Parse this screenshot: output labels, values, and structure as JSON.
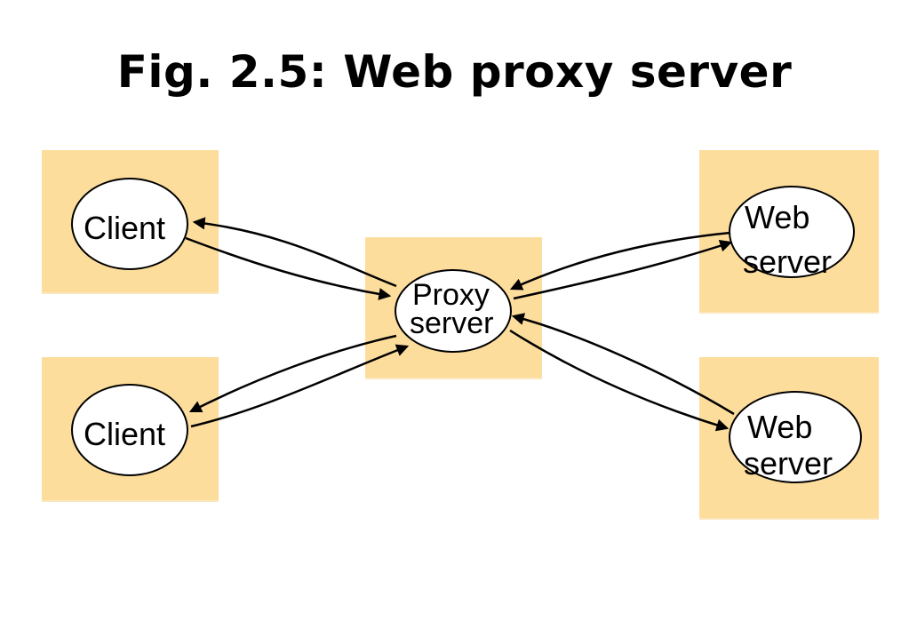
{
  "title": "Fig. 2.5:  Web proxy server",
  "colors": {
    "box_fill": "#fddd9c",
    "node_fill": "#ffffff",
    "stroke": "#000000"
  },
  "nodes": {
    "client_top": "Client",
    "client_bottom": "Client",
    "proxy_line1": "Proxy",
    "proxy_line2": "server",
    "web_top_line1": "Web",
    "web_top_line2": "server",
    "web_bottom_line1": "Web",
    "web_bottom_line2": "server"
  }
}
